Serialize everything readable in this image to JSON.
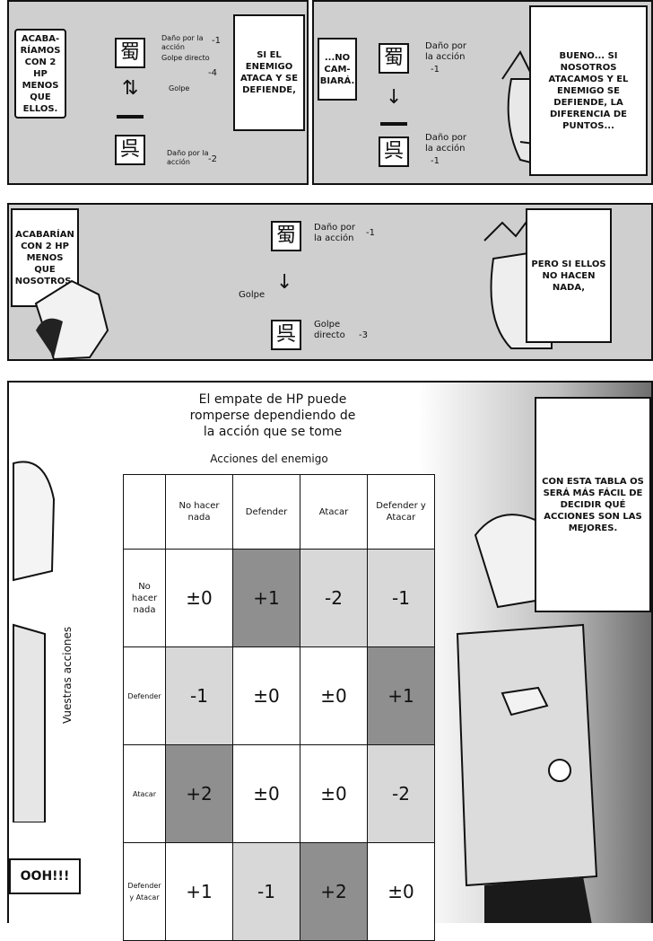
{
  "panel1": {
    "bubble_left": "ACABA-RÍAMOS CON 2 HP MENOS QUE ELLOS.",
    "kanji_top": "蜀",
    "kanji_bottom": "呉",
    "label_dano_top": "Daño por la acción",
    "label_golpe_directo": "Golpe directo",
    "val_dano_top": "-1",
    "val_total_top": "-4",
    "label_golpe": "Golpe",
    "label_dano_bottom": "Daño por la acción",
    "val_dano_bottom": "-2",
    "bubble_right": "SI EL ENEMIGO ATACA Y SE DEFIENDE,"
  },
  "panel2": {
    "bubble_left": "...NO CAM-BIARÁ.",
    "kanji_top": "蜀",
    "kanji_bottom": "呉",
    "label_dano_top": "Daño por la acción",
    "val_dano_top": "-1",
    "label_dano_bottom": "Daño por la acción",
    "val_dano_bottom": "-1",
    "bubble_right": "BUENO... SI NOSOTROS ATACAMOS Y EL ENEMIGO SE DEFIENDE, LA DIFERENCIA DE PUNTOS..."
  },
  "panel3": {
    "bubble_left": "ACABARÍAN CON 2 HP MENOS QUE NOSOTROS.",
    "kanji_top": "蜀",
    "kanji_bottom": "呉",
    "label_dano": "Daño por la acción",
    "val_dano": "-1",
    "label_golpe": "Golpe",
    "label_golpe_directo": "Golpe directo",
    "val_golpe_directo": "-3",
    "bubble_right": "PERO SI ELLOS NO HACEN NADA,"
  },
  "panel4": {
    "title": "El empate de HP puede romperse dependiendo de la acción que se tome",
    "enemy_actions_label": "Acciones del enemigo",
    "your_actions_label": "Vuestras acciones",
    "col_headers": [
      "No hacer nada",
      "Defender",
      "Atacar",
      "Defender y Atacar"
    ],
    "row_headers": [
      "No hacer nada",
      "Defender",
      "Atacar",
      "Defender y Atacar"
    ],
    "cells": [
      [
        "±0",
        "+1",
        "-2",
        "-1"
      ],
      [
        "-1",
        "±0",
        "±0",
        "+1"
      ],
      [
        "+2",
        "±0",
        "±0",
        "-2"
      ],
      [
        "+1",
        "-1",
        "+2",
        "±0"
      ]
    ],
    "bubble_right": "CON ESTA TABLA OS SERÁ MÁS FÁCIL DE DECIDIR QUÉ ACCIONES SON LAS MEJORES.",
    "bubble_left": "OOH!!!"
  }
}
